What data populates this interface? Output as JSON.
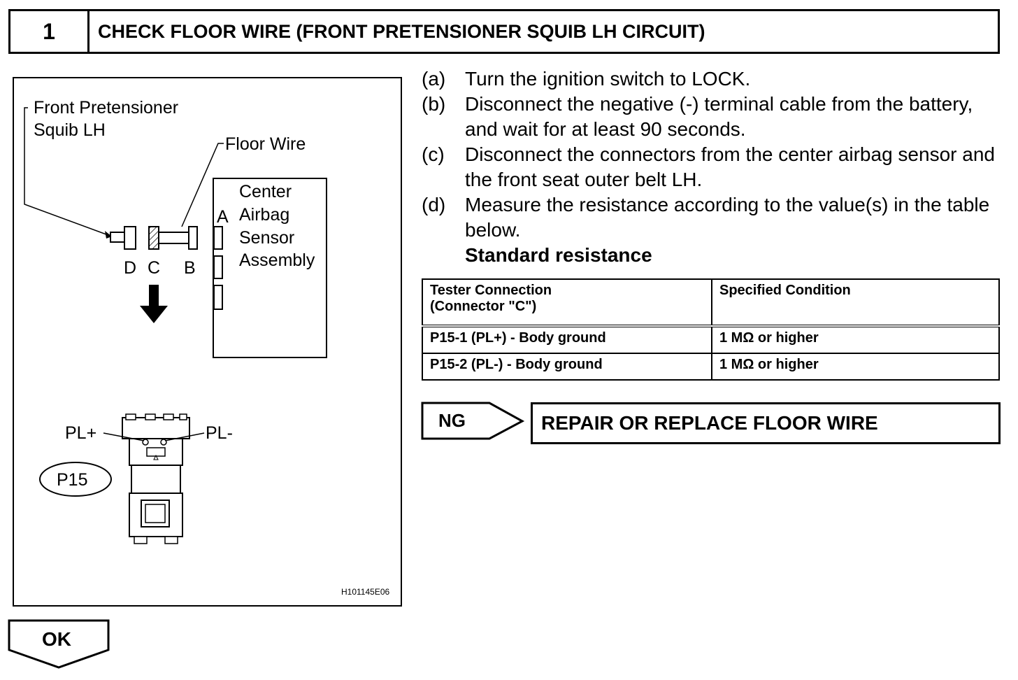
{
  "header": {
    "step_number": "1",
    "title": "CHECK FLOOR WIRE (FRONT PRETENSIONER SQUIB LH CIRCUIT)"
  },
  "figure": {
    "label_squib_line1": "Front Pretensioner",
    "label_squib_line2": "Squib LH",
    "label_floor_wire": "Floor Wire",
    "label_sensor_line1": "Center",
    "label_sensor_line2": "Airbag",
    "label_sensor_line3": "Sensor",
    "label_sensor_line4": "Assembly",
    "connector_a": "A",
    "connector_b": "B",
    "connector_c": "C",
    "connector_d": "D",
    "label_pl_plus": "PL+",
    "label_pl_minus": "PL-",
    "connector_id": "P15",
    "image_code": "H101145E06"
  },
  "steps": [
    {
      "letter": "(a)",
      "text": "Turn the ignition switch to LOCK."
    },
    {
      "letter": "(b)",
      "text": "Disconnect the negative (-) terminal cable from the battery, and wait for at least 90 seconds."
    },
    {
      "letter": "(c)",
      "text": "Disconnect the connectors from the center airbag sensor and the front seat outer belt LH."
    },
    {
      "letter": "(d)",
      "text": "Measure the resistance according to the value(s) in the table below."
    }
  ],
  "standard_label": "Standard resistance",
  "table": {
    "header_col1_line1": "Tester Connection",
    "header_col1_line2": "(Connector \"C\")",
    "header_col2": "Specified Condition",
    "rows": [
      {
        "connection": "P15-1 (PL+) - Body ground",
        "condition": "1 MΩ or higher"
      },
      {
        "connection": "P15-2 (PL-) - Body ground",
        "condition": "1 MΩ or higher"
      }
    ]
  },
  "ng": {
    "label": "NG",
    "action": "REPAIR OR REPLACE FLOOR WIRE"
  },
  "ok": {
    "label": "OK"
  }
}
